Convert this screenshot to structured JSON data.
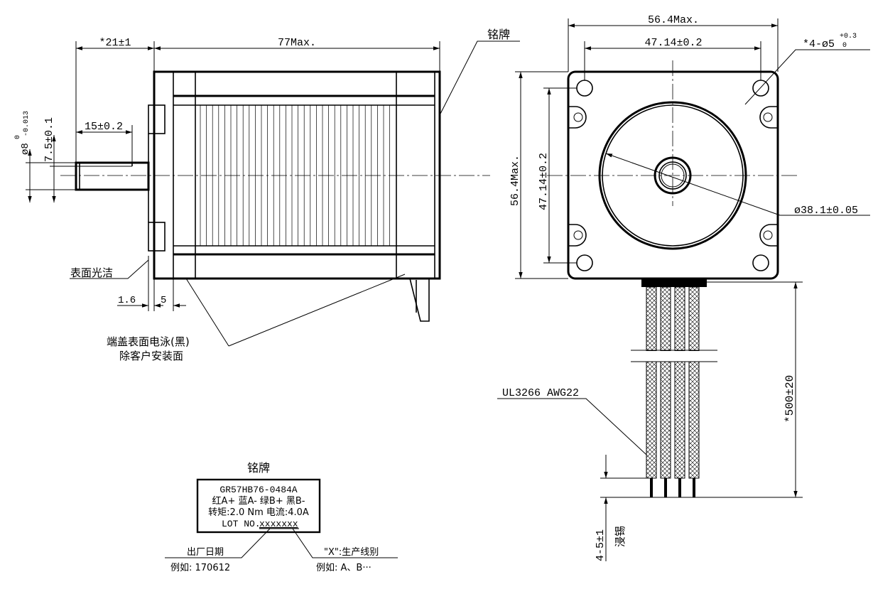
{
  "side_view": {
    "dim_shaft_length": "*21±1",
    "dim_body_length": "77Max.",
    "label_nameplate": "铭牌",
    "dim_flat_length": "15±0.2",
    "dim_shaft_dia_main": "ø8",
    "dim_shaft_dia_tol_upper": "0",
    "dim_shaft_dia_tol_lower": "-0.013",
    "dim_flat_depth": "7.5±0.1",
    "label_surface_finish": "表面光洁",
    "dim_boss_height": "1.6",
    "dim_flange_thickness": "5",
    "label_endcap_line1": "端盖表面电泳(黑)",
    "label_endcap_line2": "除客户安装面"
  },
  "front_view": {
    "dim_overall_width": "56.4Max.",
    "dim_hole_spacing_h": "47.14±0.2",
    "dim_holes_main": "*4-ø5",
    "dim_holes_tol_upper": "+0.3",
    "dim_holes_tol_lower": "0",
    "dim_overall_height": "56.4Max.",
    "dim_hole_spacing_v": "47.14±0.2",
    "dim_pilot_dia": "ø38.1±0.05",
    "label_cable": "UL3266 AWG22",
    "dim_lead_length": "*500±20",
    "dim_tinned_length": "4-5±1",
    "label_tinned": "浸锡"
  },
  "nameplate": {
    "title": "铭牌",
    "model": "GR57HB76-0484A",
    "wiring": "红A+ 蓝A- 绿B+ 黑B-",
    "ratings": "转矩:2.0 Nm 电流:4.0A",
    "lot_prefix": "LOT NO.",
    "lot_value": "xxxxxxx",
    "date_label": "出厂日期",
    "date_example": "例如: 170612",
    "x_label": "\"X\":生产线别",
    "x_example": "例如: A、B···"
  }
}
